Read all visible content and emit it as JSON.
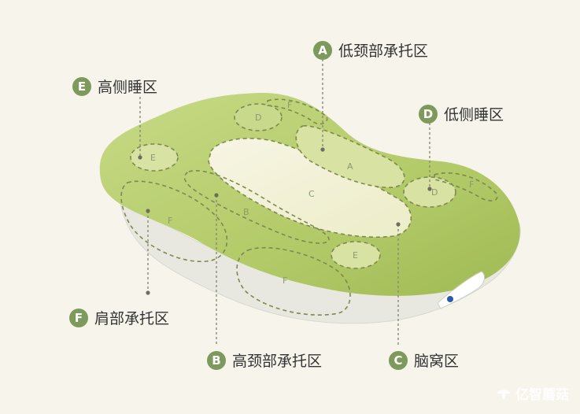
{
  "callouts": [
    {
      "id": "A",
      "letter": "A",
      "label": "低颈部承托区"
    },
    {
      "id": "E",
      "letter": "E",
      "label": "高侧睡区"
    },
    {
      "id": "D",
      "letter": "D",
      "label": "低侧睡区"
    },
    {
      "id": "F",
      "letter": "F",
      "label": "肩部承托区"
    },
    {
      "id": "B",
      "letter": "B",
      "label": "高颈部承托区"
    },
    {
      "id": "C",
      "letter": "C",
      "label": "脑窝区"
    }
  ],
  "zones": {
    "a": "A",
    "b": "B",
    "c": "C",
    "d": "D",
    "e": "E",
    "f": "F"
  },
  "watermark": {
    "text": "亿智蘑菇"
  },
  "colors": {
    "badge": "#7d9a5c",
    "pillow_green": "#b6cc6e",
    "pillow_base": "#e9e9e2",
    "center": "#f4f2dc",
    "background": "#f7f4ec"
  }
}
